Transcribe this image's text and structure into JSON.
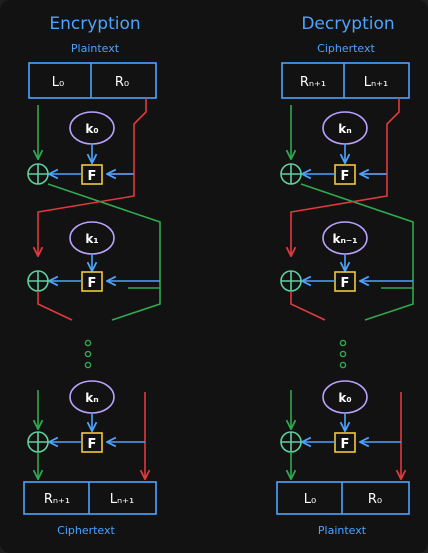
{
  "encryption": {
    "title": "Encryption",
    "input_label": "Plaintext",
    "input_left": "L₀",
    "input_right": "R₀",
    "round_keys": [
      "k₀",
      "k₁",
      "kₙ"
    ],
    "output_left": "Rₙ₊₁",
    "output_right": "Lₙ₊₁",
    "output_label": "Ciphertext"
  },
  "decryption": {
    "title": "Decryption",
    "input_label": "Ciphertext",
    "input_left": "Rₙ₊₁",
    "input_right": "Lₙ₊₁",
    "round_keys": [
      "kₙ",
      "kₙ₋₁",
      "k₀"
    ],
    "output_left": "L₀",
    "output_right": "R₀",
    "output_label": "Plaintext"
  },
  "function_label": "F",
  "colors": {
    "background": "#121212",
    "blue": "#4da3ff",
    "red": "#e0393e",
    "green": "#2fa84f",
    "xor": "#5fd0a0",
    "f_box": "#f0c93a",
    "key_oval": "#b9a3ff",
    "ellipsis": "#2fa84f"
  }
}
